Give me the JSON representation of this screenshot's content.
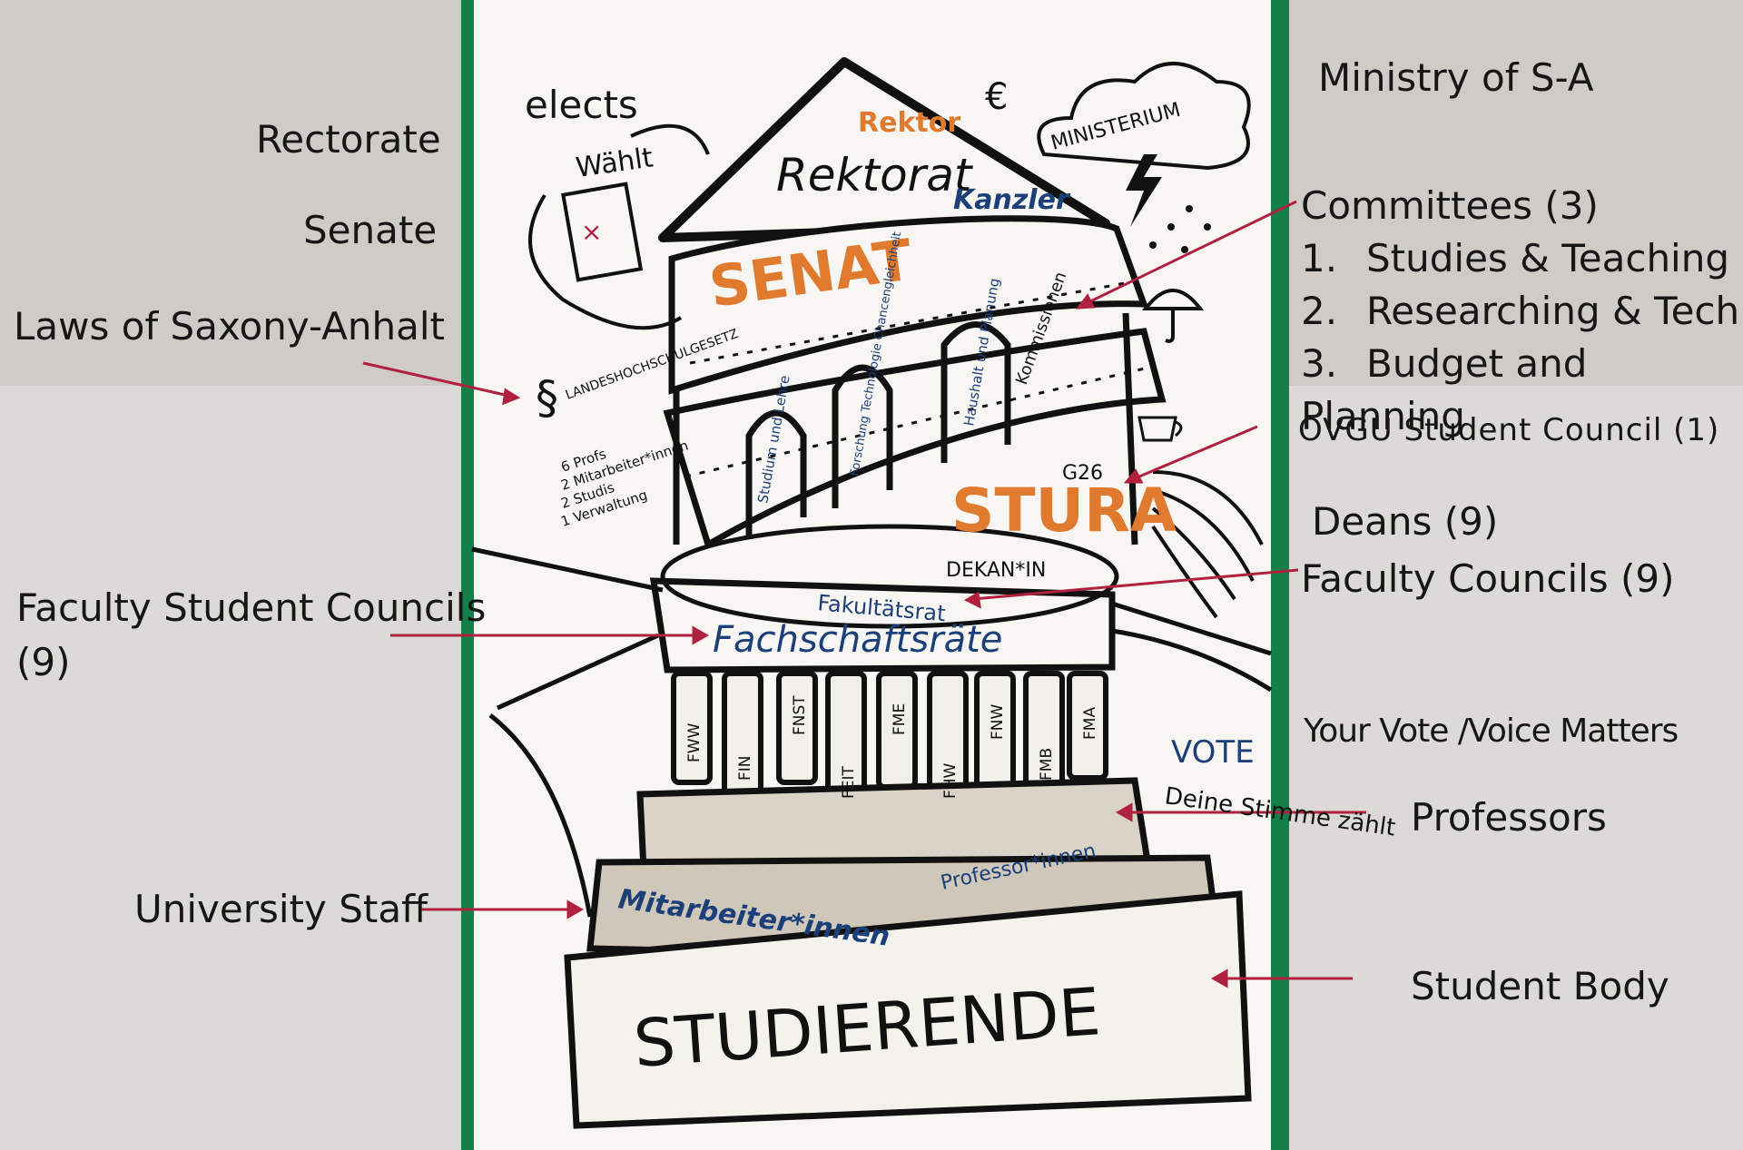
{
  "left_labels": {
    "rectorate": "Rectorate",
    "senate": "Senate",
    "laws": "Laws of Saxony-Anhalt",
    "faculty_student_councils": "Faculty Student Councils",
    "faculty_student_councils_count": "(9)",
    "university_staff": "University Staff"
  },
  "top_labels": {
    "elects": "elects"
  },
  "right_labels": {
    "ministry": "Ministry of S-A",
    "committees_title": "Committees (3)",
    "committees": [
      {
        "num": "1.",
        "text": "Studies & Teaching"
      },
      {
        "num": "2.",
        "text": "Researching & Tech"
      },
      {
        "num": "3.",
        "text": "Budget and Planning"
      }
    ],
    "student_council": "OVGU Student Council (1)",
    "deans": "Deans (9)",
    "faculty_councils": "Faculty Councils (9)",
    "your_vote": "Your Vote /Voice Matters",
    "professors": "Professors",
    "student_body": "Student Body"
  },
  "poster": {
    "waehlt": "Wählt",
    "rektor": "Rektor",
    "rektorat": "Rektorat",
    "kanzler": "Kanzler",
    "ministerium": "MINISTERIUM",
    "senat": "SENAT",
    "kommissionen": "Kommissionen",
    "arch1": "Studium und Lehre",
    "arch2": "Forschung Technologie Chancengleichheit",
    "arch3": "Haushalt und Planung",
    "landes": "LANDESHOCHSCHULGESETZ",
    "senate_members": [
      "6 Profs",
      "2 Mitarbeiter*innen",
      "2 Studis",
      "1 Verwaltung"
    ],
    "g26": "G26",
    "stura": "STURA",
    "dekan": "DEKAN*IN",
    "fakultaetsrat": "Fakultätsrat",
    "fachschaftsraete": "Fachschaftsräte",
    "columns": [
      "FWW",
      "FIN",
      "FNST",
      "FEIT",
      "FME",
      "FHW",
      "FNW",
      "FMB",
      "FMA"
    ],
    "vote": "VOTE",
    "deine_stimme": "Deine Stimme zählt",
    "professorinnen": "Professor*innen",
    "mitarbeiterinnen": "Mitarbeiter*innen",
    "studierende": "STUDIERENDE"
  },
  "colors": {
    "arrow": "#b0213f",
    "orange": "#e07a2e",
    "blue_ink": "#1b3f78",
    "green_frame": "#13804a",
    "paper": "#f7f6f2"
  }
}
